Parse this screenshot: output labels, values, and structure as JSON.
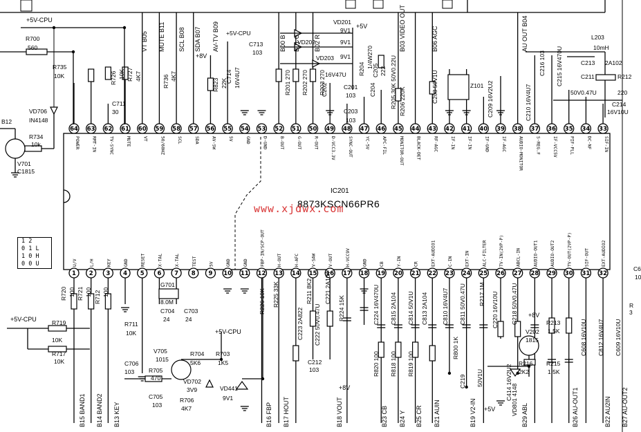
{
  "chip": {
    "ref": "IC201",
    "part": "8873KSCN66PR6"
  },
  "watermark": "www.xjdwx.com",
  "pins_top": [
    {
      "n": "64",
      "label": "POWER"
    },
    {
      "n": "63",
      "label": "RMT-IN"
    },
    {
      "n": "62",
      "label": "TV-SYNC"
    },
    {
      "n": "61",
      "label": "MUTE"
    },
    {
      "n": "60",
      "label": "VT"
    },
    {
      "n": "59",
      "label": "50/60HZ"
    },
    {
      "n": "58",
      "label": "SCL"
    },
    {
      "n": "57",
      "label": "SDA"
    },
    {
      "n": "56",
      "label": "AV-SW"
    },
    {
      "n": "55",
      "label": "5V"
    },
    {
      "n": "54",
      "label": "GND"
    },
    {
      "n": "53",
      "label": "D-GND"
    },
    {
      "n": "52",
      "label": "B-OUT"
    },
    {
      "n": "51",
      "label": "G-OUT"
    },
    {
      "n": "50",
      "label": "R-OUT"
    },
    {
      "n": "49",
      "label": "D-VCC3.3V"
    },
    {
      "n": "48",
      "label": "SYNC-OUT"
    },
    {
      "n": "47",
      "label": "YC-5V"
    },
    {
      "n": "46",
      "label": "APC-FIL"
    },
    {
      "n": "45",
      "label": "MONITOR-OUT"
    },
    {
      "n": "44",
      "label": "BLACK-DET"
    },
    {
      "n": "43",
      "label": "RF-AGC"
    },
    {
      "n": "42",
      "label": "IF-IN"
    },
    {
      "n": "41",
      "label": "IF-IN"
    },
    {
      "n": "40",
      "label": "IF-GND"
    },
    {
      "n": "39",
      "label": "IF-AGC"
    },
    {
      "n": "38",
      "label": "AUDIO-MONITOR"
    },
    {
      "n": "37",
      "label": "S-REG.F"
    },
    {
      "n": "36",
      "label": "IF-VCC5V"
    },
    {
      "n": "35",
      "label": "PIF-PLL"
    },
    {
      "n": "34",
      "label": "DC-NF"
    },
    {
      "n": "33",
      "label": "SIF-IN"
    }
  ],
  "pins_bottom": [
    {
      "n": "1",
      "label": "U/V"
    },
    {
      "n": "2",
      "label": "L/H"
    },
    {
      "n": "3",
      "label": "KEY"
    },
    {
      "n": "4",
      "label": "GND"
    },
    {
      "n": "5",
      "label": "RESET"
    },
    {
      "n": "6",
      "label": "X-TAL"
    },
    {
      "n": "7",
      "label": "X-TAL"
    },
    {
      "n": "8",
      "label": "TEST"
    },
    {
      "n": "9",
      "label": "5V"
    },
    {
      "n": "10",
      "label": "GND"
    },
    {
      "n": "11",
      "label": "GND"
    },
    {
      "n": "12",
      "label": "FBP-IN/SCP-OUT"
    },
    {
      "n": "13",
      "label": "H-OUT"
    },
    {
      "n": "14",
      "label": "H-AFC"
    },
    {
      "n": "15",
      "label": "V-SAW"
    },
    {
      "n": "16",
      "label": "V-OUT"
    },
    {
      "n": "17",
      "label": "H-VCC9V"
    },
    {
      "n": "18",
      "label": "GND"
    },
    {
      "n": "19",
      "label": "CB"
    },
    {
      "n": "20",
      "label": "Y-IN"
    },
    {
      "n": "21",
      "label": "CR"
    },
    {
      "n": "22",
      "label": "EXT-AUDIO1"
    },
    {
      "n": "23",
      "label": "C-IN"
    },
    {
      "n": "24",
      "label": "EXT-IN"
    },
    {
      "n": "25",
      "label": "ALC-FILTER"
    },
    {
      "n": "26",
      "label": "TV-IN(2VP-P)"
    },
    {
      "n": "27",
      "label": "ABCL-IN"
    },
    {
      "n": "28",
      "label": "AUDIO-OUT1"
    },
    {
      "n": "29",
      "label": "AUDIO-OUT2"
    },
    {
      "n": "30",
      "label": "TV-OUT(2VP-P)"
    },
    {
      "n": "31",
      "label": "SIF-OUT"
    },
    {
      "n": "32",
      "label": "EXT-AUDIO2"
    }
  ],
  "top_signals": [
    {
      "t": "VT B05"
    },
    {
      "t": "MUTE B11"
    },
    {
      "t": "SCL B08"
    },
    {
      "t": "SDA B07"
    },
    {
      "t": "AV-TV B09"
    },
    {
      "t": "B00 B"
    },
    {
      "t": "B01 G"
    },
    {
      "t": "B02 R"
    },
    {
      "t": "B03 VIDEO OUT"
    },
    {
      "t": "B06 AGC"
    },
    {
      "t": "AU OUT B04"
    }
  ],
  "bottom_signals": [
    {
      "t": "B15 BAND1"
    },
    {
      "t": "B14 BAND2"
    },
    {
      "t": "B13 KEY"
    },
    {
      "t": "B16 FBP"
    },
    {
      "t": "B17 HOUT"
    },
    {
      "t": "B18 VOUT"
    },
    {
      "t": "B23 CB"
    },
    {
      "t": "B24 Y"
    },
    {
      "t": "B25 CR"
    },
    {
      "t": "B21 AUIN"
    },
    {
      "t": "B19 V2-IN"
    },
    {
      "t": "B29 ABL"
    },
    {
      "t": "B26 AU-OUT1"
    },
    {
      "t": "B22 AU2IN"
    },
    {
      "t": "B27 AU-OUT2"
    }
  ],
  "truth_table": {
    "rows": [
      "1 2",
      "0 1 L",
      "1 0 H",
      "0 0 U"
    ]
  },
  "rails": {
    "cpu": "+5V-CPU",
    "v8": "+8V",
    "v5": "+5V",
    "v5c": "+5V-CPU"
  },
  "components": {
    "R700": "R700",
    "R700v": "560",
    "R735": "R735",
    "R735v": "10K",
    "VD706": "VD706",
    "VD706v": "IN4148",
    "R734": "R734",
    "R734v": "10k",
    "V701": "V701",
    "V701v": "C1815",
    "B12": "B12",
    "R726": "R726",
    "R726v": "10K",
    "C711": "C711",
    "C711v": "30",
    "R727": "R727",
    "R727v": "4K7",
    "R736": "R736",
    "R736v": "4K7",
    "R823": "R823",
    "R823v": "22K",
    "C714": "C714",
    "C714v": "16V4U7",
    "C713": "C713",
    "C713v": "103",
    "R201": "R201 270",
    "R202": "R202 270",
    "R203": "R203 270",
    "VD201": "VD201",
    "VD201v": "9V1",
    "VD202": "VD202",
    "VD202v": "9V1",
    "VD203": "VD203",
    "VD203v": "9V1",
    "C202": "C202",
    "C202v": "16V47U",
    "R204": "R204",
    "R204v": "1/4W270",
    "C201": "C201",
    "C201v": "103",
    "C203": "C203",
    "C203v": "103",
    "C204": "C204",
    "C205": "C205",
    "C205v": "222",
    "R205": "R205 30K 50V0.22U",
    "R206": "R206 220K",
    "C208": "C208 50V1U",
    "Z101": "Z101",
    "C209": "C209 16V2U2",
    "C216": "C216 103",
    "C210": "C210 16V4U7",
    "C215": "C215 16V470U",
    "L203": "L203",
    "L203v": "10mH",
    "C213": "C213",
    "C213v": "2A102",
    "C211": "C211",
    "C211v": "50V0.47U",
    "R212": "R212",
    "R212v": "220",
    "C214": "C214",
    "C214v": "16V10U",
    "R720": "R720",
    "R720v": "100",
    "R721": "R721",
    "R721v": "100",
    "R712": "R712",
    "R712v": "100",
    "R719": "R719",
    "R719v": "10K",
    "R717": "R717",
    "R717v": "10K",
    "R711": "R711",
    "R711v": "10K",
    "C706": "C706",
    "C706v": "103",
    "C705": "C705",
    "C705v": "103",
    "G701": "G701",
    "G701v": "8.0M",
    "C704": "C704",
    "C704v": "24",
    "C703": "C703",
    "C703v": "24",
    "V705": "V705",
    "V705v": "1015",
    "R705": "R705",
    "R705v": "470",
    "R704": "R704",
    "R704v": "5K6",
    "R703": "R703",
    "R703v": "1K5",
    "VD702": "VD702",
    "VD702v": "3V9",
    "VD441": "VD441",
    "VD441v": "9V1",
    "R706": "R706",
    "R706v": "4K7",
    "R226": "R226 10K",
    "R225": "R225 33K",
    "C223": "C223 2A822",
    "R211": "R211 8K2",
    "C221": "C221 2A104",
    "C222": "C222 50V0.47U",
    "C212": "C212",
    "C212v": "103",
    "R224": "R224 15K",
    "C224": "C224 16V470U",
    "R820": "R820 100",
    "C815": "C815 2A104",
    "R818": "R818 100",
    "C814": "C814 50V1U",
    "R819": "R819 100",
    "C813": "C813 2A104",
    "C810": "C810 16V4U7",
    "C811": "C811 50V0.47U",
    "R800": "R800 1K",
    "C219": "C219",
    "R217": "R217 1M",
    "C220": "C220 16V10U",
    "C218": "C218 50V0.47U",
    "C414": "C414 16V2U2",
    "C414a": "50V1U",
    "V202": "V202",
    "V202v": "1815",
    "R213": "R213",
    "R213v": "1.5K",
    "R215": "R215",
    "R215v": "1.5K",
    "R216": "R216",
    "R216v": "2K2",
    "VD801": "VD801 4148",
    "C608": "C608 16V10U",
    "C812": "C812 16V4U7",
    "C609": "C609 16V10U",
    "C6": "C6",
    "C6v": "10",
    "R3": "R",
    "R3v": "3"
  }
}
